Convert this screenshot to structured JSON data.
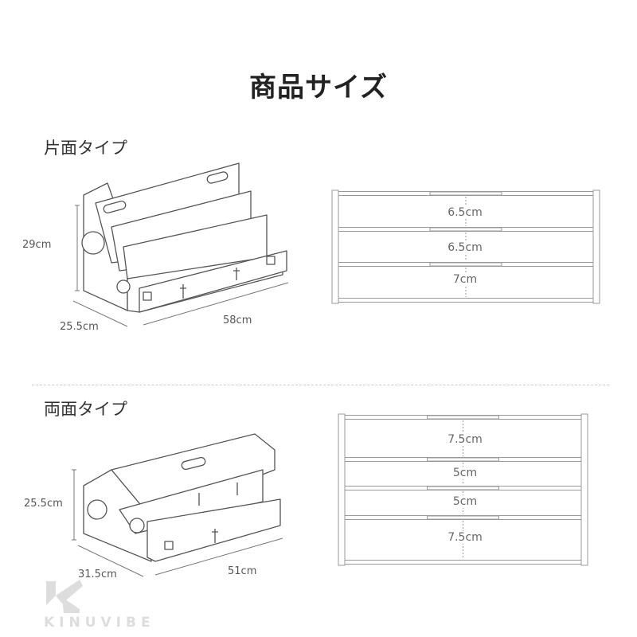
{
  "title": "商品サイズ",
  "single": {
    "label": "片面タイプ",
    "height": "29cm",
    "depth": "25.5cm",
    "width": "58cm",
    "gaps": [
      "6.5cm",
      "6.5cm",
      "7cm"
    ]
  },
  "double": {
    "label": "両面タイプ",
    "height": "25.5cm",
    "depth": "31.5cm",
    "width": "51cm",
    "gaps": [
      "7.5cm",
      "5cm",
      "5cm",
      "7.5cm"
    ]
  },
  "brand": "KINUVIBE",
  "colors": {
    "line": "#555555",
    "rail": "#999999",
    "logo": "#dddddd"
  }
}
